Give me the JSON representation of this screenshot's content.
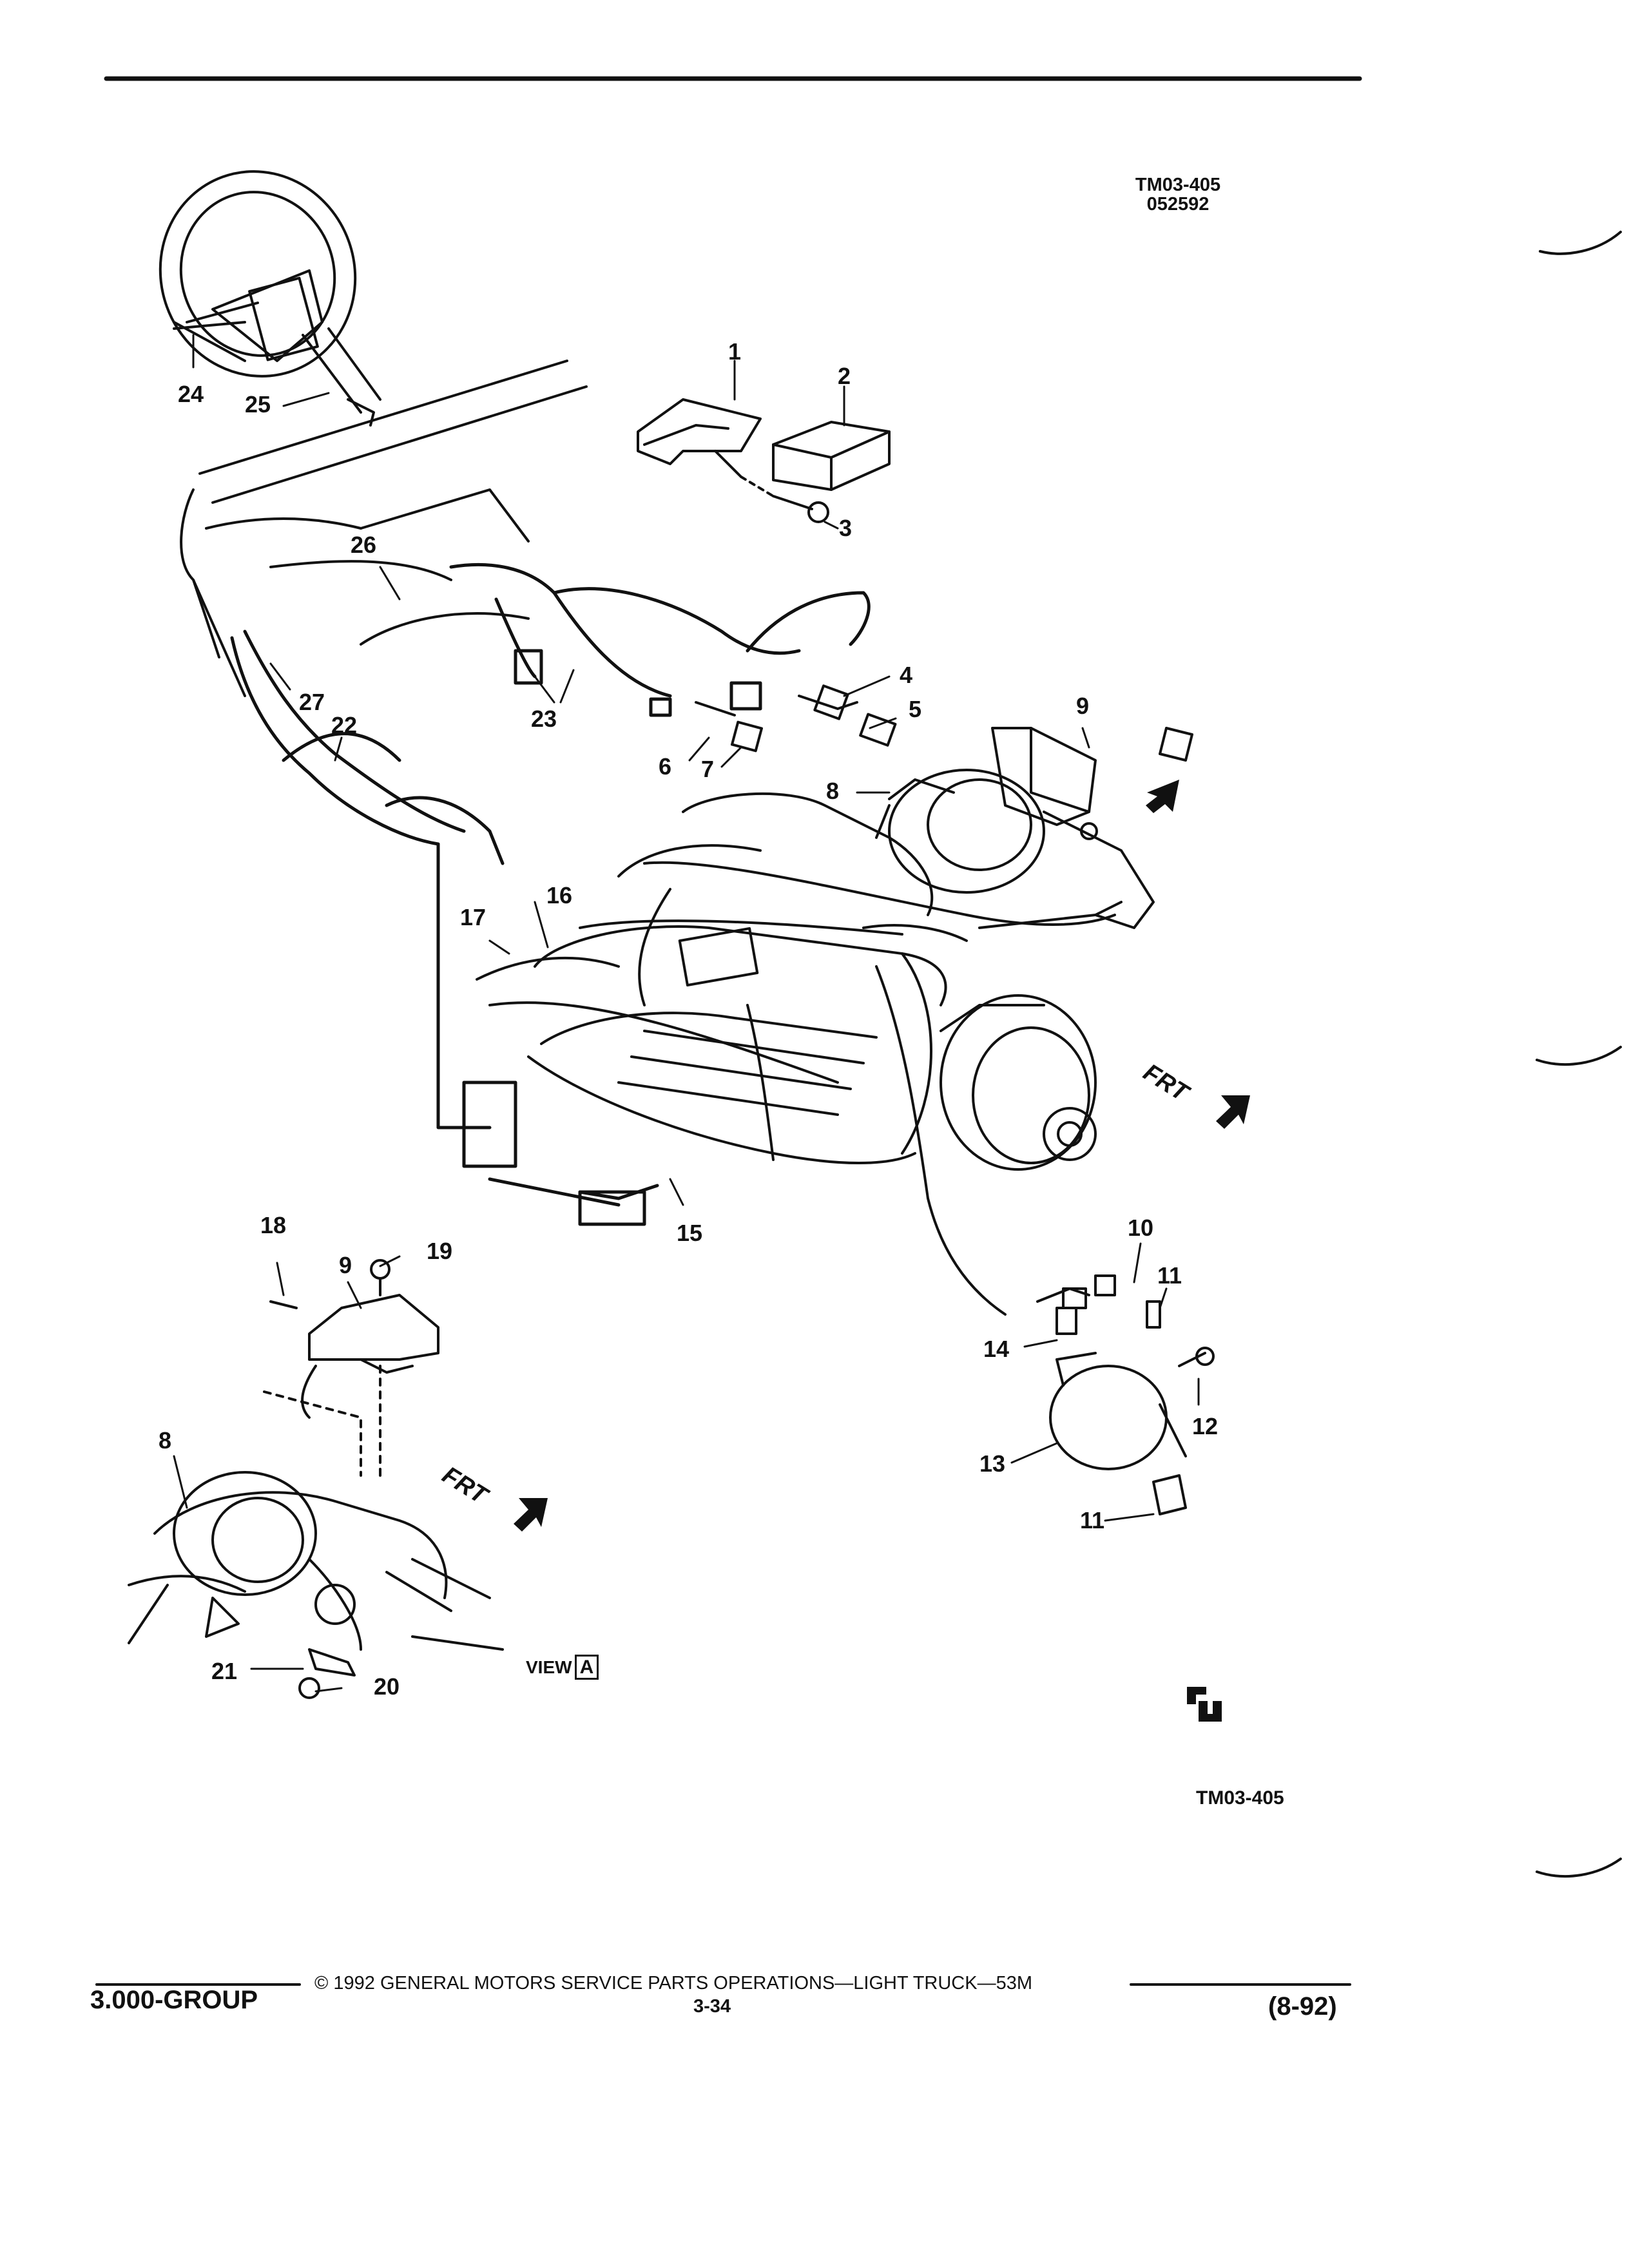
{
  "header": {
    "drawing_id": "TM03-405",
    "date_code": "052592"
  },
  "callouts": [
    "1",
    "2",
    "3",
    "4",
    "5",
    "6",
    "7",
    "8",
    "9",
    "10",
    "11",
    "12",
    "13",
    "14",
    "15",
    "16",
    "17",
    "18",
    "19",
    "20",
    "21",
    "22",
    "23",
    "24",
    "25",
    "26",
    "27"
  ],
  "direction_label": "FRT",
  "view_marker": {
    "prefix": "VIEW",
    "letter": "A"
  },
  "bottom_drawing_id": "TM03-405",
  "footer": {
    "group": "3.000-GROUP",
    "copyright": "© 1992 GENERAL MOTORS SERVICE PARTS OPERATIONS—LIGHT TRUCK—53M",
    "page": "3-34",
    "date": "(8-92)"
  }
}
